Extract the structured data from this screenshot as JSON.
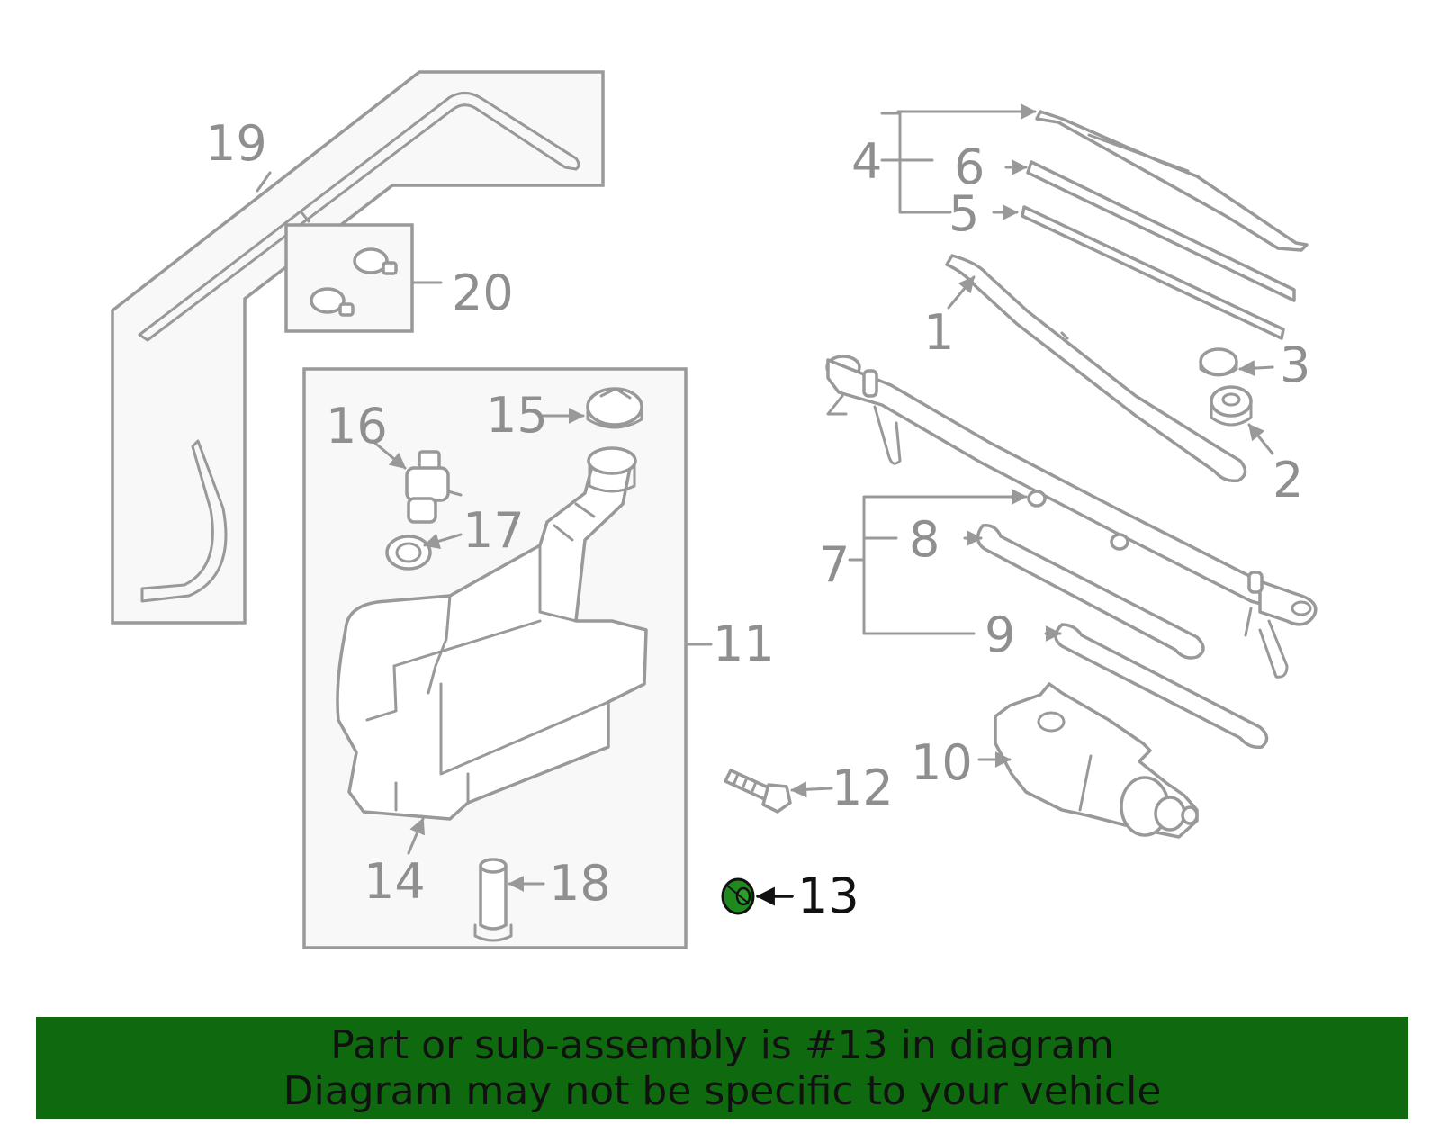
{
  "diagram": {
    "callouts": [
      "1",
      "2",
      "3",
      "4",
      "5",
      "6",
      "7",
      "8",
      "9",
      "10",
      "11",
      "12",
      "13",
      "14",
      "15",
      "16",
      "17",
      "18",
      "19",
      "20"
    ],
    "highlighted": "13",
    "highlight_color": "#1e8a1e"
  },
  "banner": {
    "line1": "Part or sub-assembly is #13 in diagram",
    "line2": "Diagram may not be specific to your vehicle",
    "background": "#0f6a0f"
  }
}
